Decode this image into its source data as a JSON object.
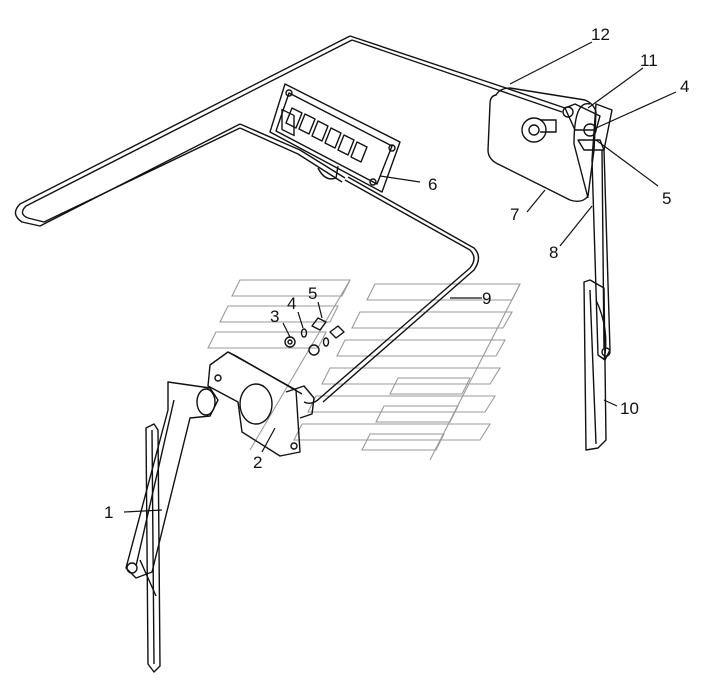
{
  "callouts": [
    {
      "id": "1",
      "text": "1"
    },
    {
      "id": "2",
      "text": "2"
    },
    {
      "id": "3",
      "text": "3"
    },
    {
      "id": "4a",
      "text": "4"
    },
    {
      "id": "5a",
      "text": "5"
    },
    {
      "id": "6",
      "text": "6"
    },
    {
      "id": "7",
      "text": "7"
    },
    {
      "id": "8",
      "text": "8"
    },
    {
      "id": "9",
      "text": "9"
    },
    {
      "id": "10",
      "text": "10"
    },
    {
      "id": "11",
      "text": "11"
    },
    {
      "id": "4b",
      "text": "4"
    },
    {
      "id": "5b",
      "text": "5"
    },
    {
      "id": "12",
      "text": "12"
    }
  ]
}
